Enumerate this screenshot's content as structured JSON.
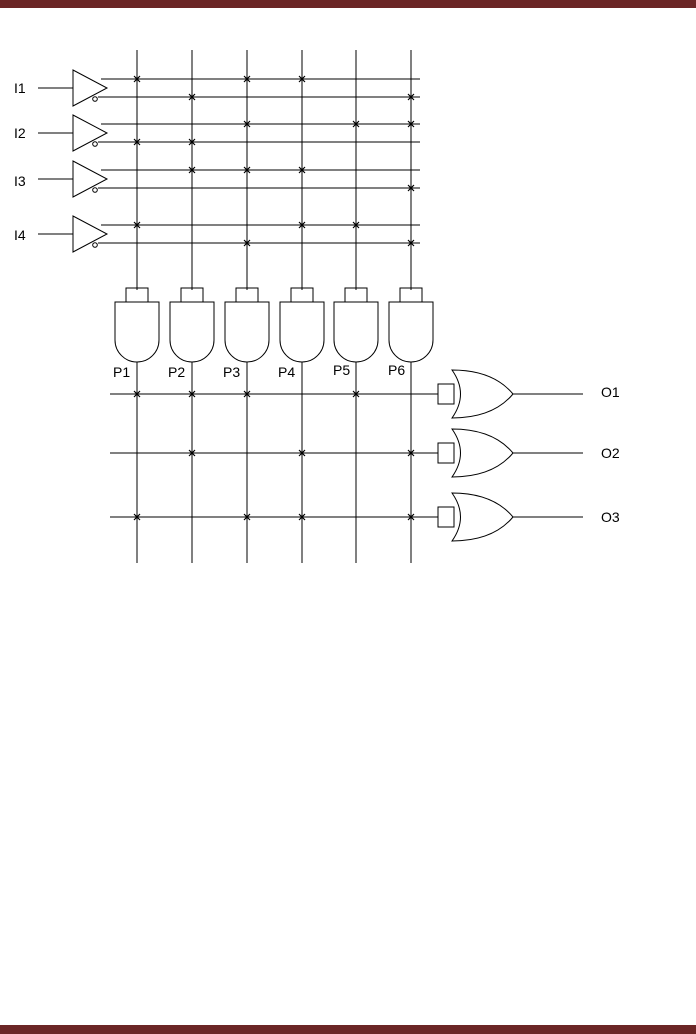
{
  "colors": {
    "page_bar": "#6b2626",
    "line": "#000000",
    "background": "#ffffff"
  },
  "inputs": [
    {
      "label": "I1"
    },
    {
      "label": "I2"
    },
    {
      "label": "I3"
    },
    {
      "label": "I4"
    }
  ],
  "product_terms": [
    {
      "label": "P1"
    },
    {
      "label": "P2"
    },
    {
      "label": "P3"
    },
    {
      "label": "P4"
    },
    {
      "label": "P5"
    },
    {
      "label": "P6"
    }
  ],
  "outputs": [
    {
      "label": "O1"
    },
    {
      "label": "O2"
    },
    {
      "label": "O3"
    }
  ],
  "and_array_fuses": [
    {
      "line": "I1",
      "terms": [
        "P1",
        "P3",
        "P4"
      ]
    },
    {
      "line": "I1'",
      "terms": [
        "P2",
        "P6"
      ]
    },
    {
      "line": "I2",
      "terms": [
        "P3",
        "P5",
        "P6"
      ]
    },
    {
      "line": "I2'",
      "terms": [
        "P1",
        "P2"
      ]
    },
    {
      "line": "I3",
      "terms": [
        "P2",
        "P3",
        "P4"
      ]
    },
    {
      "line": "I3'",
      "terms": [
        "P6"
      ]
    },
    {
      "line": "I4",
      "terms": [
        "P1",
        "P4",
        "P5"
      ]
    },
    {
      "line": "I4'",
      "terms": [
        "P3",
        "P6"
      ]
    }
  ],
  "or_array_fuses": [
    {
      "output": "O1",
      "terms": [
        "P1",
        "P2",
        "P3",
        "P5"
      ]
    },
    {
      "output": "O2",
      "terms": [
        "P2",
        "P4",
        "P6"
      ]
    },
    {
      "output": "O3",
      "terms": [
        "P1",
        "P3",
        "P4",
        "P6"
      ]
    }
  ]
}
